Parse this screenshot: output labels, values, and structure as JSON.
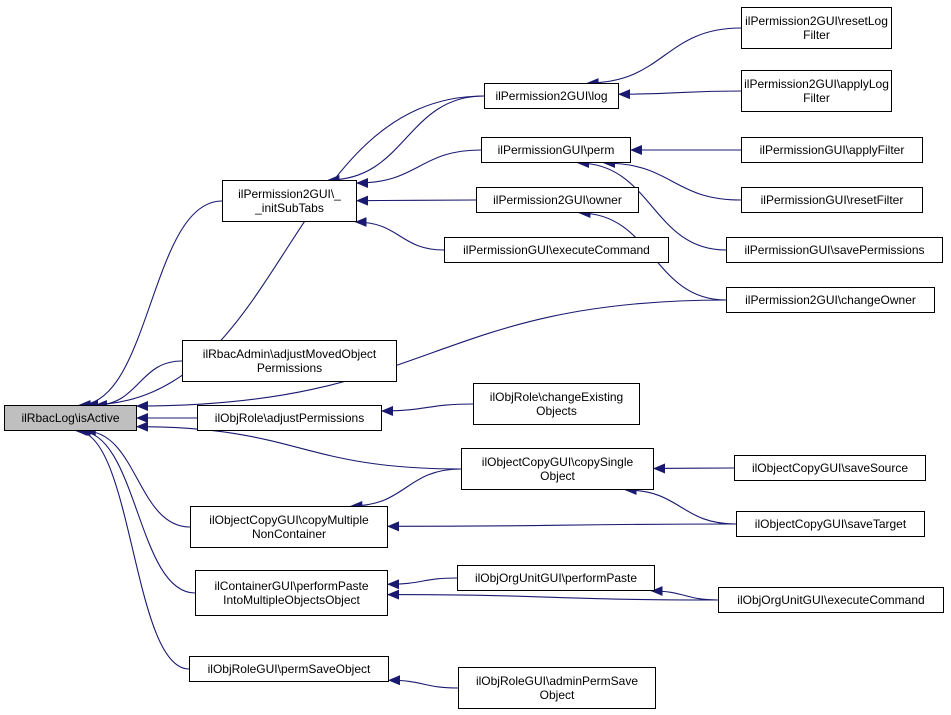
{
  "colors": {
    "edge": "#191970",
    "root_fill": "#bfbfbf",
    "node_fill": "#ffffff",
    "border": "#000000"
  },
  "nodes": {
    "root": [
      "ilRbacLog\\isActive"
    ],
    "init_sub_tabs": [
      "ilPermission2GUI\\_",
      "_initSubTabs"
    ],
    "perm2_log": [
      "ilPermission2GUI\\log"
    ],
    "reset_log_filter": [
      "ilPermission2GUI\\resetLog",
      "Filter"
    ],
    "apply_log_filter": [
      "ilPermission2GUI\\applyLog",
      "Filter"
    ],
    "perm_gui_perm": [
      "ilPermissionGUI\\perm"
    ],
    "apply_filter": [
      "ilPermissionGUI\\applyFilter"
    ],
    "reset_filter": [
      "ilPermissionGUI\\resetFilter"
    ],
    "save_permissions": [
      "ilPermissionGUI\\savePermissions"
    ],
    "perm2_owner": [
      "ilPermission2GUI\\owner"
    ],
    "perm_execute_command": [
      "ilPermissionGUI\\executeCommand"
    ],
    "change_owner": [
      "ilPermission2GUI\\changeOwner"
    ],
    "adjust_moved": [
      "ilRbacAdmin\\adjustMovedObject",
      "Permissions"
    ],
    "adjust_permissions": [
      "ilObjRole\\adjustPermissions"
    ],
    "change_existing": [
      "ilObjRole\\changeExisting",
      "Objects"
    ],
    "copy_single": [
      "ilObjectCopyGUI\\copySingle",
      "Object"
    ],
    "save_source": [
      "ilObjectCopyGUI\\saveSource"
    ],
    "copy_multiple": [
      "ilObjectCopyGUI\\copyMultiple",
      "NonContainer"
    ],
    "save_target": [
      "ilObjectCopyGUI\\saveTarget"
    ],
    "perform_paste_multi": [
      "ilContainerGUI\\performPaste",
      "IntoMultipleObjectsObject"
    ],
    "orgunit_perform_paste": [
      "ilObjOrgUnitGUI\\performPaste"
    ],
    "orgunit_execute_command": [
      "ilObjOrgUnitGUI\\executeCommand"
    ],
    "perm_save_object": [
      "ilObjRoleGUI\\permSaveObject"
    ],
    "admin_perm_save": [
      "ilObjRoleGUI\\adminPermSave",
      "Object"
    ]
  },
  "edges": [
    [
      "init_sub_tabs",
      "root"
    ],
    [
      "perm2_log",
      "root"
    ],
    [
      "change_owner",
      "root"
    ],
    [
      "adjust_moved",
      "root"
    ],
    [
      "adjust_permissions",
      "root"
    ],
    [
      "copy_single",
      "root"
    ],
    [
      "copy_multiple",
      "root"
    ],
    [
      "perform_paste_multi",
      "root"
    ],
    [
      "perm_save_object",
      "root"
    ],
    [
      "perm2_log",
      "init_sub_tabs"
    ],
    [
      "perm_gui_perm",
      "init_sub_tabs"
    ],
    [
      "perm2_owner",
      "init_sub_tabs"
    ],
    [
      "perm_execute_command",
      "init_sub_tabs"
    ],
    [
      "reset_log_filter",
      "perm2_log"
    ],
    [
      "apply_log_filter",
      "perm2_log"
    ],
    [
      "apply_filter",
      "perm_gui_perm"
    ],
    [
      "reset_filter",
      "perm_gui_perm"
    ],
    [
      "save_permissions",
      "perm_gui_perm"
    ],
    [
      "change_owner",
      "perm2_owner"
    ],
    [
      "change_existing",
      "adjust_permissions"
    ],
    [
      "save_source",
      "copy_single"
    ],
    [
      "save_target",
      "copy_single"
    ],
    [
      "copy_single",
      "copy_multiple"
    ],
    [
      "save_target",
      "copy_multiple"
    ],
    [
      "orgunit_perform_paste",
      "perform_paste_multi"
    ],
    [
      "orgunit_execute_command",
      "perform_paste_multi"
    ],
    [
      "orgunit_execute_command",
      "orgunit_perform_paste"
    ],
    [
      "admin_perm_save",
      "perm_save_object"
    ]
  ]
}
